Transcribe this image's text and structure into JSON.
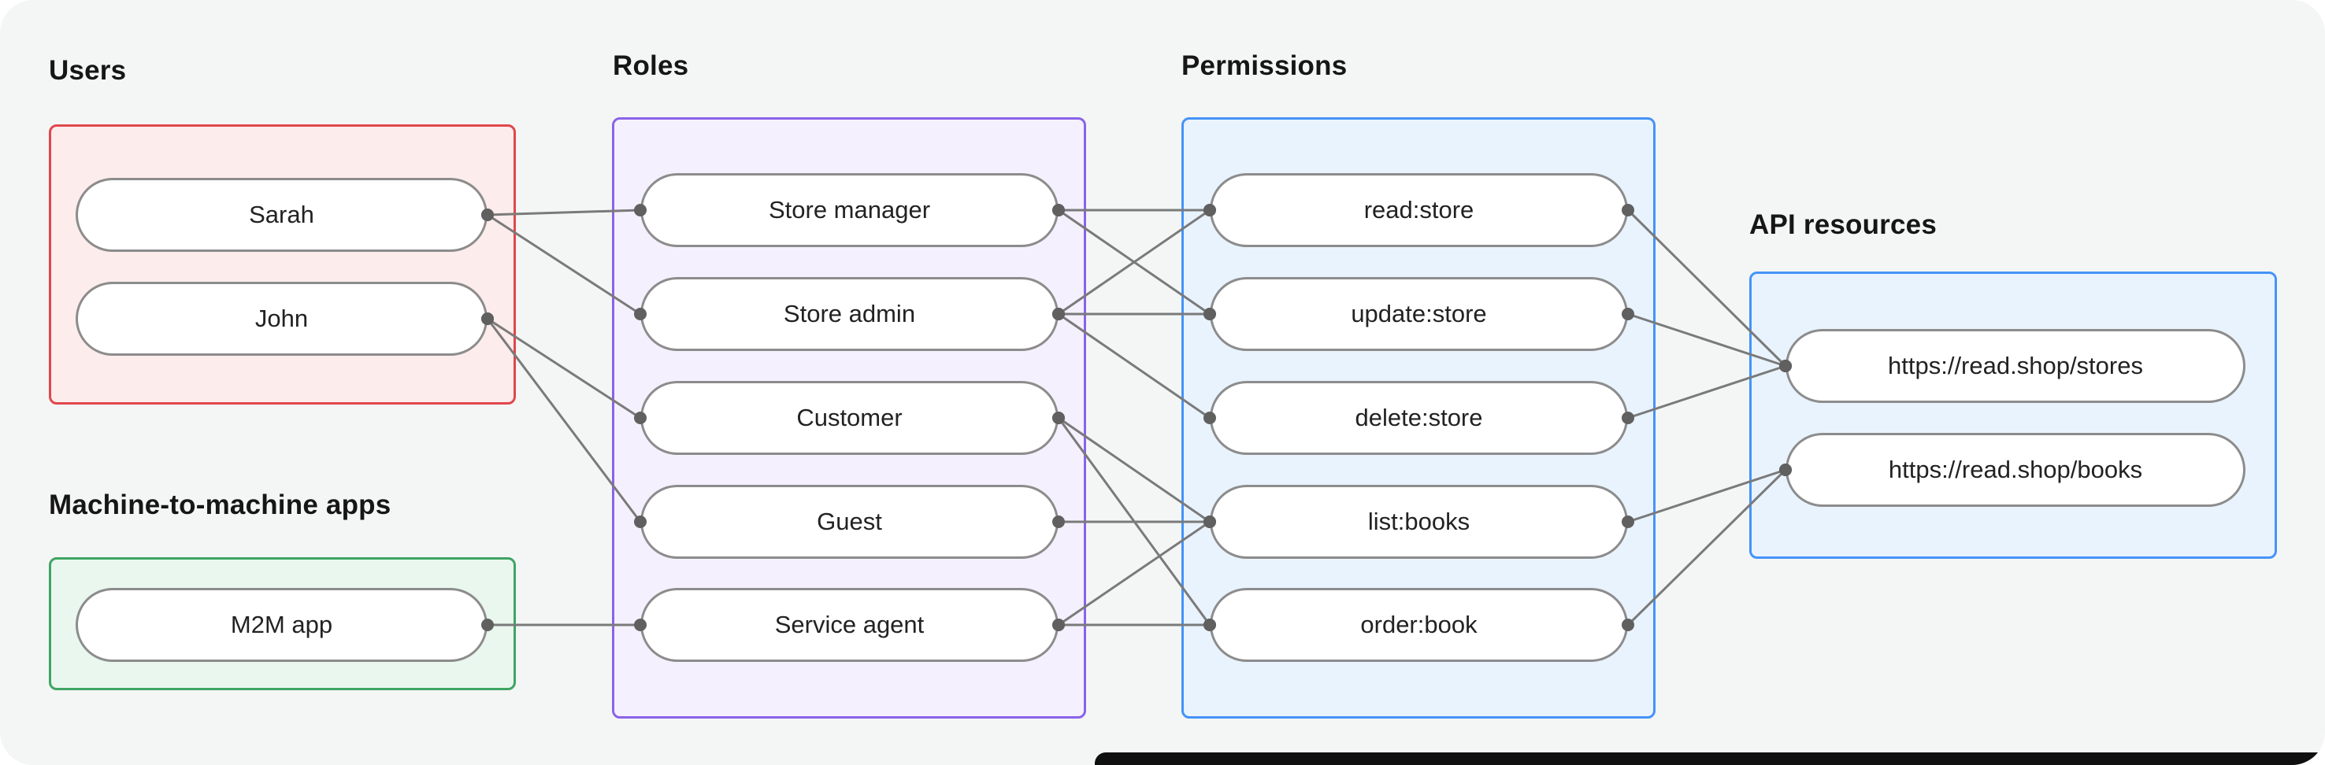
{
  "page": {
    "panel_color": "#f4f6f5",
    "background_color": "#ffffff",
    "bottom_bar_color": "#101010"
  },
  "groups": {
    "users": {
      "label": "Users",
      "border_color": "#e0474c",
      "fill_color": "#fcecec",
      "nodes": [
        {
          "id": "sarah",
          "label": "Sarah"
        },
        {
          "id": "john",
          "label": "John"
        }
      ]
    },
    "m2m": {
      "label": "Machine-to-machine apps",
      "border_color": "#3fa463",
      "fill_color": "#e9f7ee",
      "nodes": [
        {
          "id": "m2m-app",
          "label": "M2M app"
        }
      ]
    },
    "roles": {
      "label": "Roles",
      "border_color": "#8a63e8",
      "fill_color": "#f5f0fd",
      "nodes": [
        {
          "id": "store-manager",
          "label": "Store manager"
        },
        {
          "id": "store-admin",
          "label": "Store admin"
        },
        {
          "id": "customer",
          "label": "Customer"
        },
        {
          "id": "guest",
          "label": "Guest"
        },
        {
          "id": "service-agent",
          "label": "Service agent"
        }
      ]
    },
    "permissions": {
      "label": "Permissions",
      "border_color": "#4593f8",
      "fill_color": "#e9f3fe",
      "nodes": [
        {
          "id": "read-store",
          "label": "read:store"
        },
        {
          "id": "update-store",
          "label": "update:store"
        },
        {
          "id": "delete-store",
          "label": "delete:store"
        },
        {
          "id": "list-books",
          "label": "list:books"
        },
        {
          "id": "order-book",
          "label": "order:book"
        }
      ]
    },
    "api": {
      "label": "API resources",
      "border_color": "#4593f8",
      "fill_color": "#e9f3fe",
      "nodes": [
        {
          "id": "api-stores",
          "label": "https://read.shop/stores"
        },
        {
          "id": "api-books",
          "label": "https://read.shop/books"
        }
      ]
    }
  },
  "edges": [
    [
      "sarah",
      "store-manager"
    ],
    [
      "sarah",
      "store-admin"
    ],
    [
      "john",
      "customer"
    ],
    [
      "john",
      "guest"
    ],
    [
      "m2m-app",
      "service-agent"
    ],
    [
      "store-manager",
      "read-store"
    ],
    [
      "store-manager",
      "update-store"
    ],
    [
      "store-admin",
      "read-store"
    ],
    [
      "store-admin",
      "update-store"
    ],
    [
      "store-admin",
      "delete-store"
    ],
    [
      "customer",
      "list-books"
    ],
    [
      "customer",
      "order-book"
    ],
    [
      "guest",
      "list-books"
    ],
    [
      "service-agent",
      "list-books"
    ],
    [
      "service-agent",
      "order-book"
    ],
    [
      "read-store",
      "api-stores"
    ],
    [
      "update-store",
      "api-stores"
    ],
    [
      "delete-store",
      "api-stores"
    ],
    [
      "list-books",
      "api-books"
    ],
    [
      "order-book",
      "api-books"
    ]
  ],
  "edge_style": {
    "line_color": "#7a7a7a",
    "dot_color": "#606060"
  }
}
